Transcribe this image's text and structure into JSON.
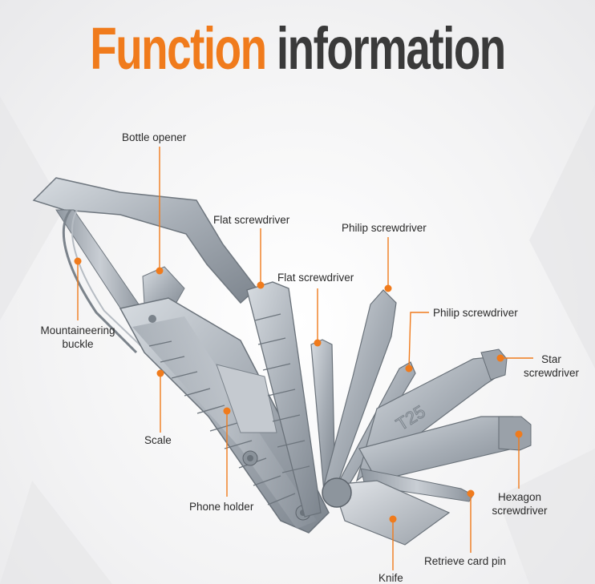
{
  "headline": {
    "word1": "Function",
    "word2": "information"
  },
  "labels": {
    "bottle_opener": "Bottle opener",
    "flat_screwdriver_1": "Flat screwdriver",
    "philip_screwdriver_1": "Philip screwdriver",
    "flat_screwdriver_2": "Flat screwdriver",
    "philip_screwdriver_2": "Philip screwdriver",
    "mountaineering_buckle_line1": "Mountaineering",
    "mountaineering_buckle_line2": "buckle",
    "star_screwdriver_line1": "Star",
    "star_screwdriver_line2": "screwdriver",
    "scale": "Scale",
    "phone_holder": "Phone holder",
    "hexagon_screwdriver_line1": "Hexagon",
    "hexagon_screwdriver_line2": "screwdriver",
    "retrieve_card_pin": "Retrieve card pin",
    "knife": "Knife",
    "bit_marking": "T25"
  },
  "colors": {
    "accent": "#f07b1c",
    "headline_dark": "#3a3a3a",
    "metal": "#a9b0b8",
    "callout_line": "#f07b1c"
  }
}
